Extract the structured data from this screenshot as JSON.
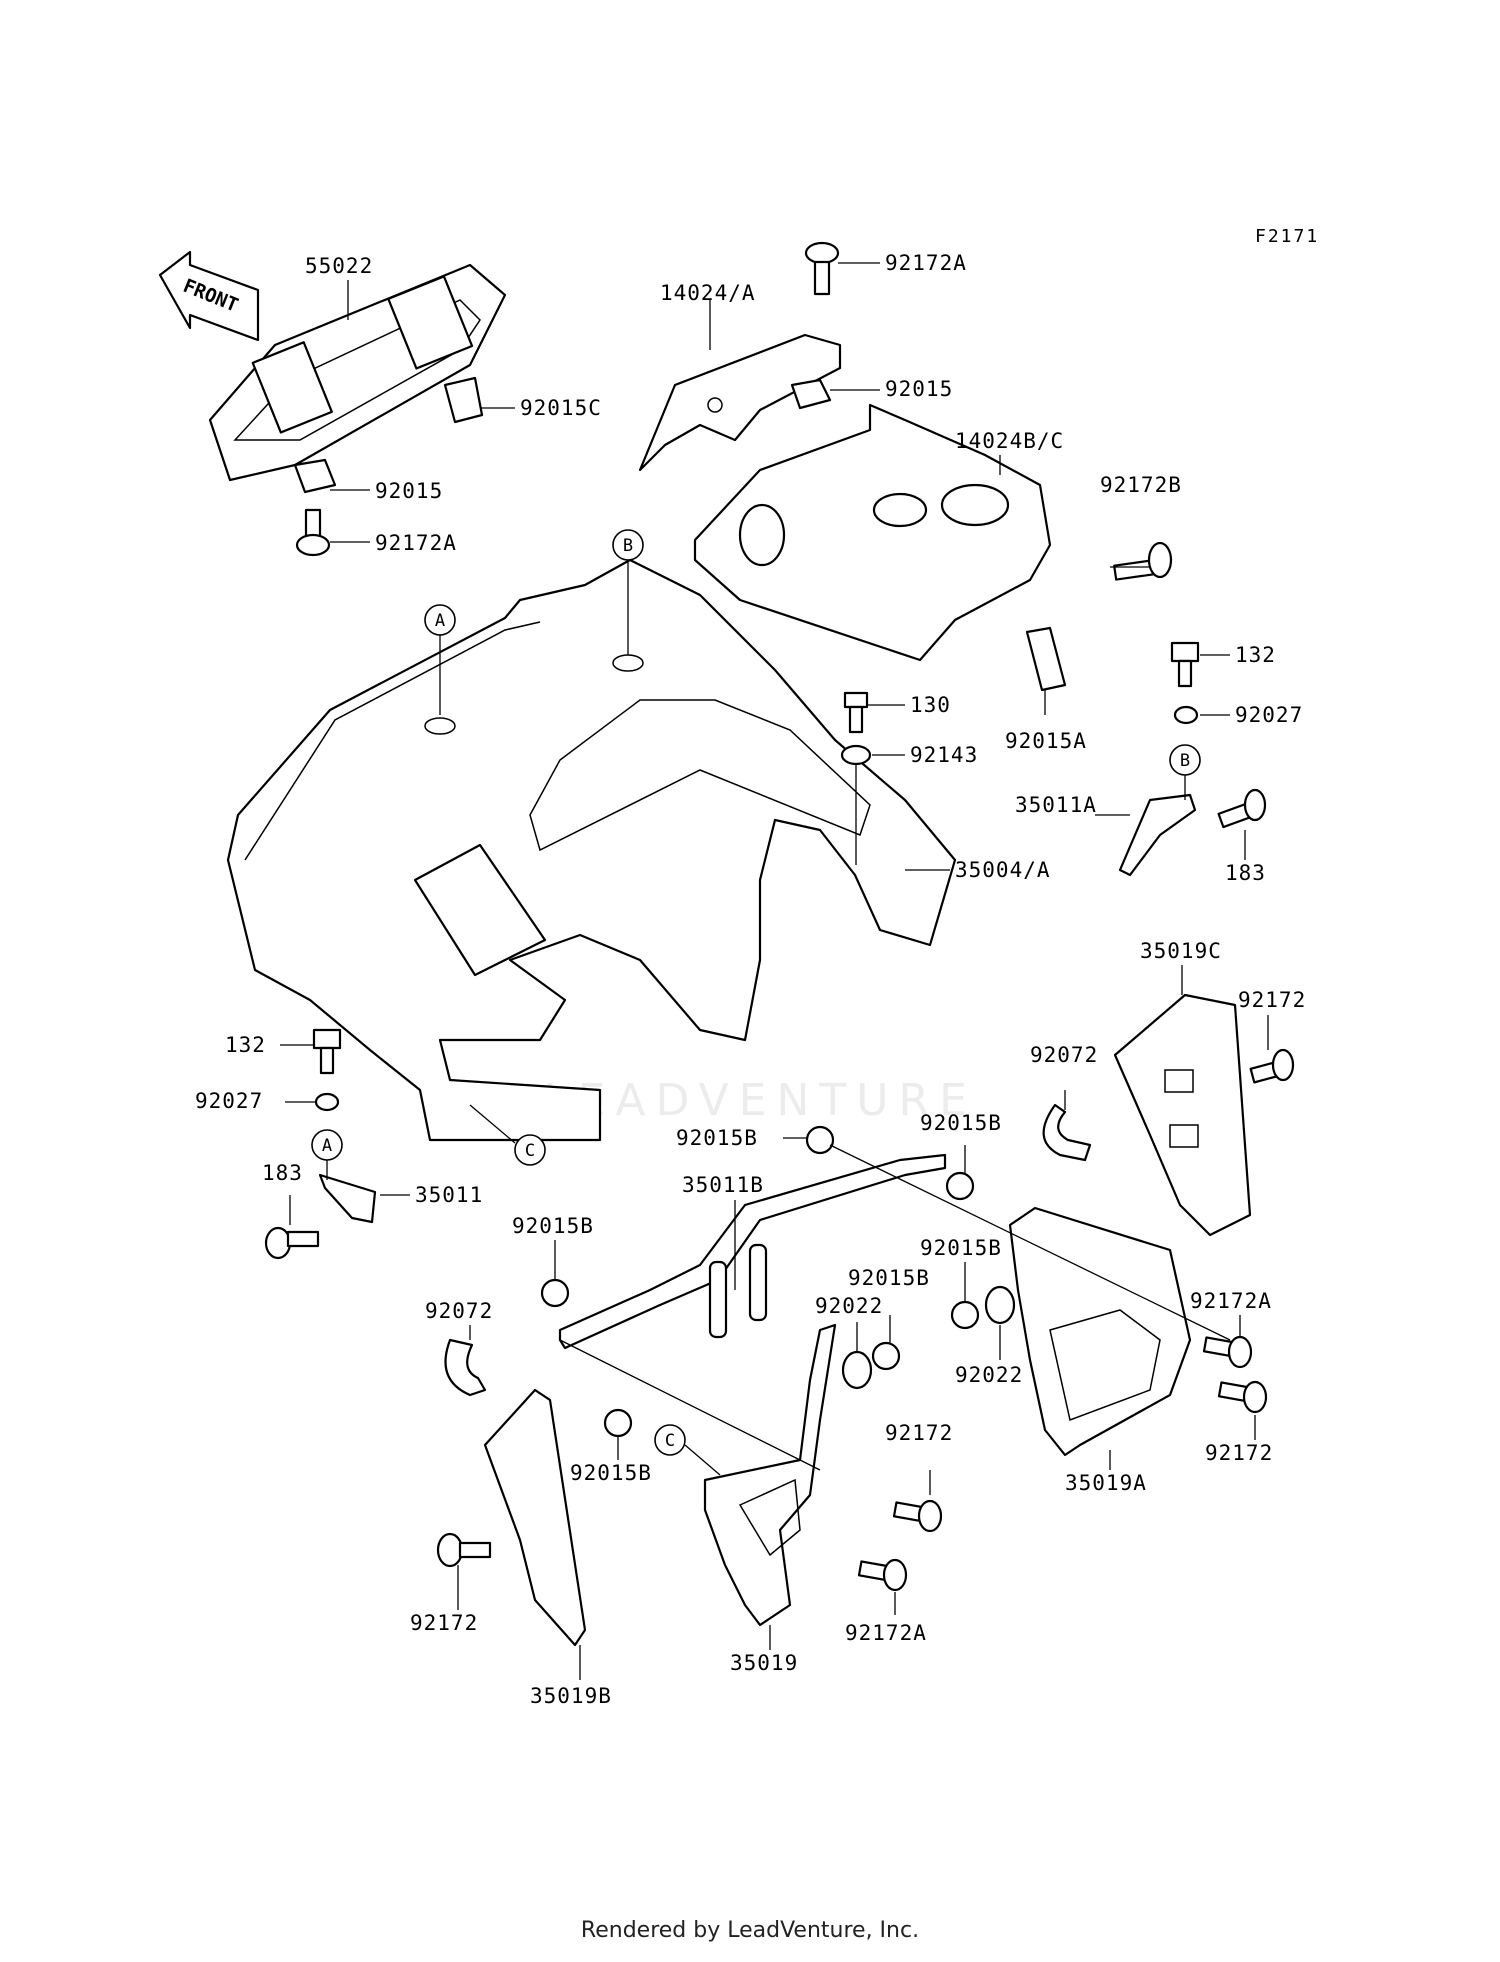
{
  "figure_code": "F2171",
  "front_indicator": "FRONT",
  "watermark": "LEADVENTURE",
  "footer": "Rendered by LeadVenture, Inc.",
  "part_labels": [
    "55022",
    "92015C",
    "92015",
    "92172A",
    "14024/A",
    "92172A",
    "92015",
    "14024B/C",
    "92172B",
    "92015A",
    "132",
    "92027",
    "35011A",
    "183",
    "130",
    "92143",
    "35004/A",
    "35019C",
    "92172",
    "92072",
    "132",
    "92027",
    "183",
    "35011",
    "92015B",
    "35011B",
    "92015B",
    "92015B",
    "92015B",
    "92015B",
    "92022",
    "92022",
    "92172A",
    "92172",
    "35019A",
    "92072",
    "92015B",
    "92172",
    "92172A",
    "92172",
    "35019B",
    "35019"
  ],
  "reference_markers": [
    "A",
    "B",
    "B",
    "A",
    "C",
    "C"
  ]
}
